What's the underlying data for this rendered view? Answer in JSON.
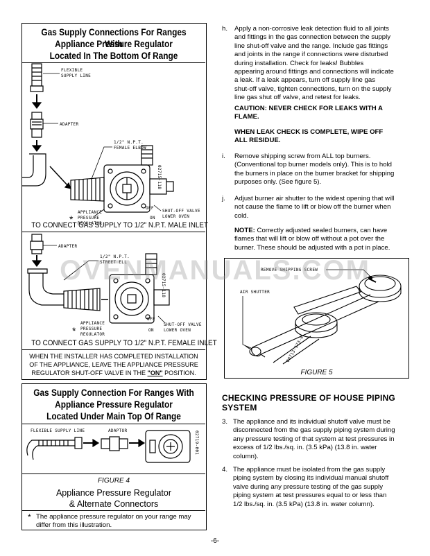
{
  "left": {
    "box1": {
      "header_lines": [
        "Gas Supply Connections For Ranges With",
        "Appliance Pressure Regulator",
        "Located In The Bottom Of Range"
      ],
      "drawing1": {
        "flexible": "FLEXIBLE",
        "supply_line": "SUPPLY LINE",
        "adapter": "ADAPTER",
        "npt": "1/2\" N.P.T.",
        "elbow": "FEMALE ELBOW",
        "code": "02715-118",
        "off": "OFF",
        "shutoff": "SHUT-OFF VALVE",
        "lower_oven": "LOWER OVEN",
        "on": "ON",
        "asterisk": "*",
        "appliance": "APPLIANCE",
        "pressure": "PRESSURE",
        "regulator": "REGULATOR",
        "caption": "TO CONNECT GAS SUPPLY TO 1/2\" N.P.T. MALE INLET"
      },
      "drawing2": {
        "adapter": "ADAPTER",
        "npt": "1/2\" N.P.T.",
        "street": "STREET ELL",
        "code": "02715-118",
        "off": "OFF",
        "shutoff": "SHUT-OFF VALVE",
        "lower_oven": "LOWER OVEN",
        "on": "ON",
        "asterisk": "*",
        "appliance": "APPLIANCE",
        "pressure": "PRESSURE",
        "regulator": "REGULATOR",
        "caption": "TO CONNECT GAS SUPPLY TO 1/2\" N.P.T. FEMALE INLET"
      }
    },
    "note": {
      "line1": "WHEN THE INSTALLER HAS COMPLETED INSTALLATION",
      "line2": "OF THE APPLIANCE, LEAVE THE APPLIANCE PRESSURE",
      "line3_pre": "REGULATOR SHUT-OFF VALVE IN THE ",
      "line3_on": "\"ON\"",
      "line3_post": " POSITION."
    },
    "box2": {
      "header_lines": [
        "Gas Supply Connection For Ranges With",
        "Appliance Pressure Regulator",
        "Located Under Main Top Of Range"
      ],
      "flexible_supply_line": "FLEXIBLE SUPPLY LINE",
      "adaptor": "ADAPTOR",
      "code": "02719-001",
      "figure": "FIGURE 4",
      "title1": "Appliance Pressure Regulator",
      "title2": "& Alternate Connectors",
      "footnote_mark": "*",
      "footnote_line1": "The appliance pressure regulator on your range may",
      "footnote_line2": "differ from this illustration."
    }
  },
  "right": {
    "h": {
      "letter": "h.",
      "lines": [
        "Apply a non-corrosive leak detection fluid to all joints",
        "and fittings in the gas connection between the supply",
        "line shut-off valve and the range. Include gas fittings",
        "and joints in the range if connections were disturbed",
        "during installation. Check for leaks! Bubbles",
        "appearing around fittings and connections will indicate",
        "a leak. If a leak appears, turn off supply line gas",
        "shut-off valve, tighten connections, turn on the supply",
        "line gas shut off valve, and retest for leaks."
      ]
    },
    "caution": [
      "CAUTION: NEVER CHECK FOR LEAKS WITH A",
      "FLAME."
    ],
    "wipe": [
      "WHEN LEAK CHECK IS COMPLETE, WIPE OFF",
      "ALL RESIDUE."
    ],
    "i": {
      "letter": "i.",
      "lines": [
        "Remove shipping screw from ALL top burners.",
        "(Conventional top burner models only). This is to hold",
        "the burners in place on the burner bracket for shipping",
        "purposes only. (See figure 5)."
      ]
    },
    "j": {
      "letter": "j.",
      "lines": [
        "Adjust burner air shutter to the widest opening that will",
        "not cause the flame to lift or blow off the burner when",
        "cold."
      ]
    },
    "note": {
      "label": "NOTE:",
      "lines": [
        " Correctly adjusted sealed burners, can have",
        "flames that will lift or blow off without a pot over the",
        "burner. These should be adjusted with a pot in place."
      ]
    },
    "fig5": {
      "remove": "REMOVE SHIPPING SCREW",
      "air_shutter": "AIR SHUTTER",
      "code": "00713-173-0",
      "caption": "FIGURE 5"
    },
    "checking": {
      "title_lines": [
        "CHECKING PRESSURE OF HOUSE PIPING",
        "SYSTEM"
      ],
      "item3": {
        "num": "3.",
        "lines": [
          "The appliance and its individual shutoff valve must be",
          "disconnected from the gas supply piping system during",
          "any pressure testing of that system at test pressures in",
          "excess of 1/2 lbs./sq. in. (3.5 kPa) (13.8 in. water",
          "column)."
        ]
      },
      "item4": {
        "num": "4.",
        "lines": [
          "The appliance must be isolated from the gas supply",
          "piping system by closing its individual manual shutoff",
          "valve during any pressure testing of the gas supply",
          "piping system at test pressures equal to or less than",
          "1/2 lbs./sq. in. (3.5 kPa) (13.8 in. water column)."
        ]
      }
    }
  },
  "watermark": "OVENMANUALS.COM",
  "page_number": "-6-"
}
